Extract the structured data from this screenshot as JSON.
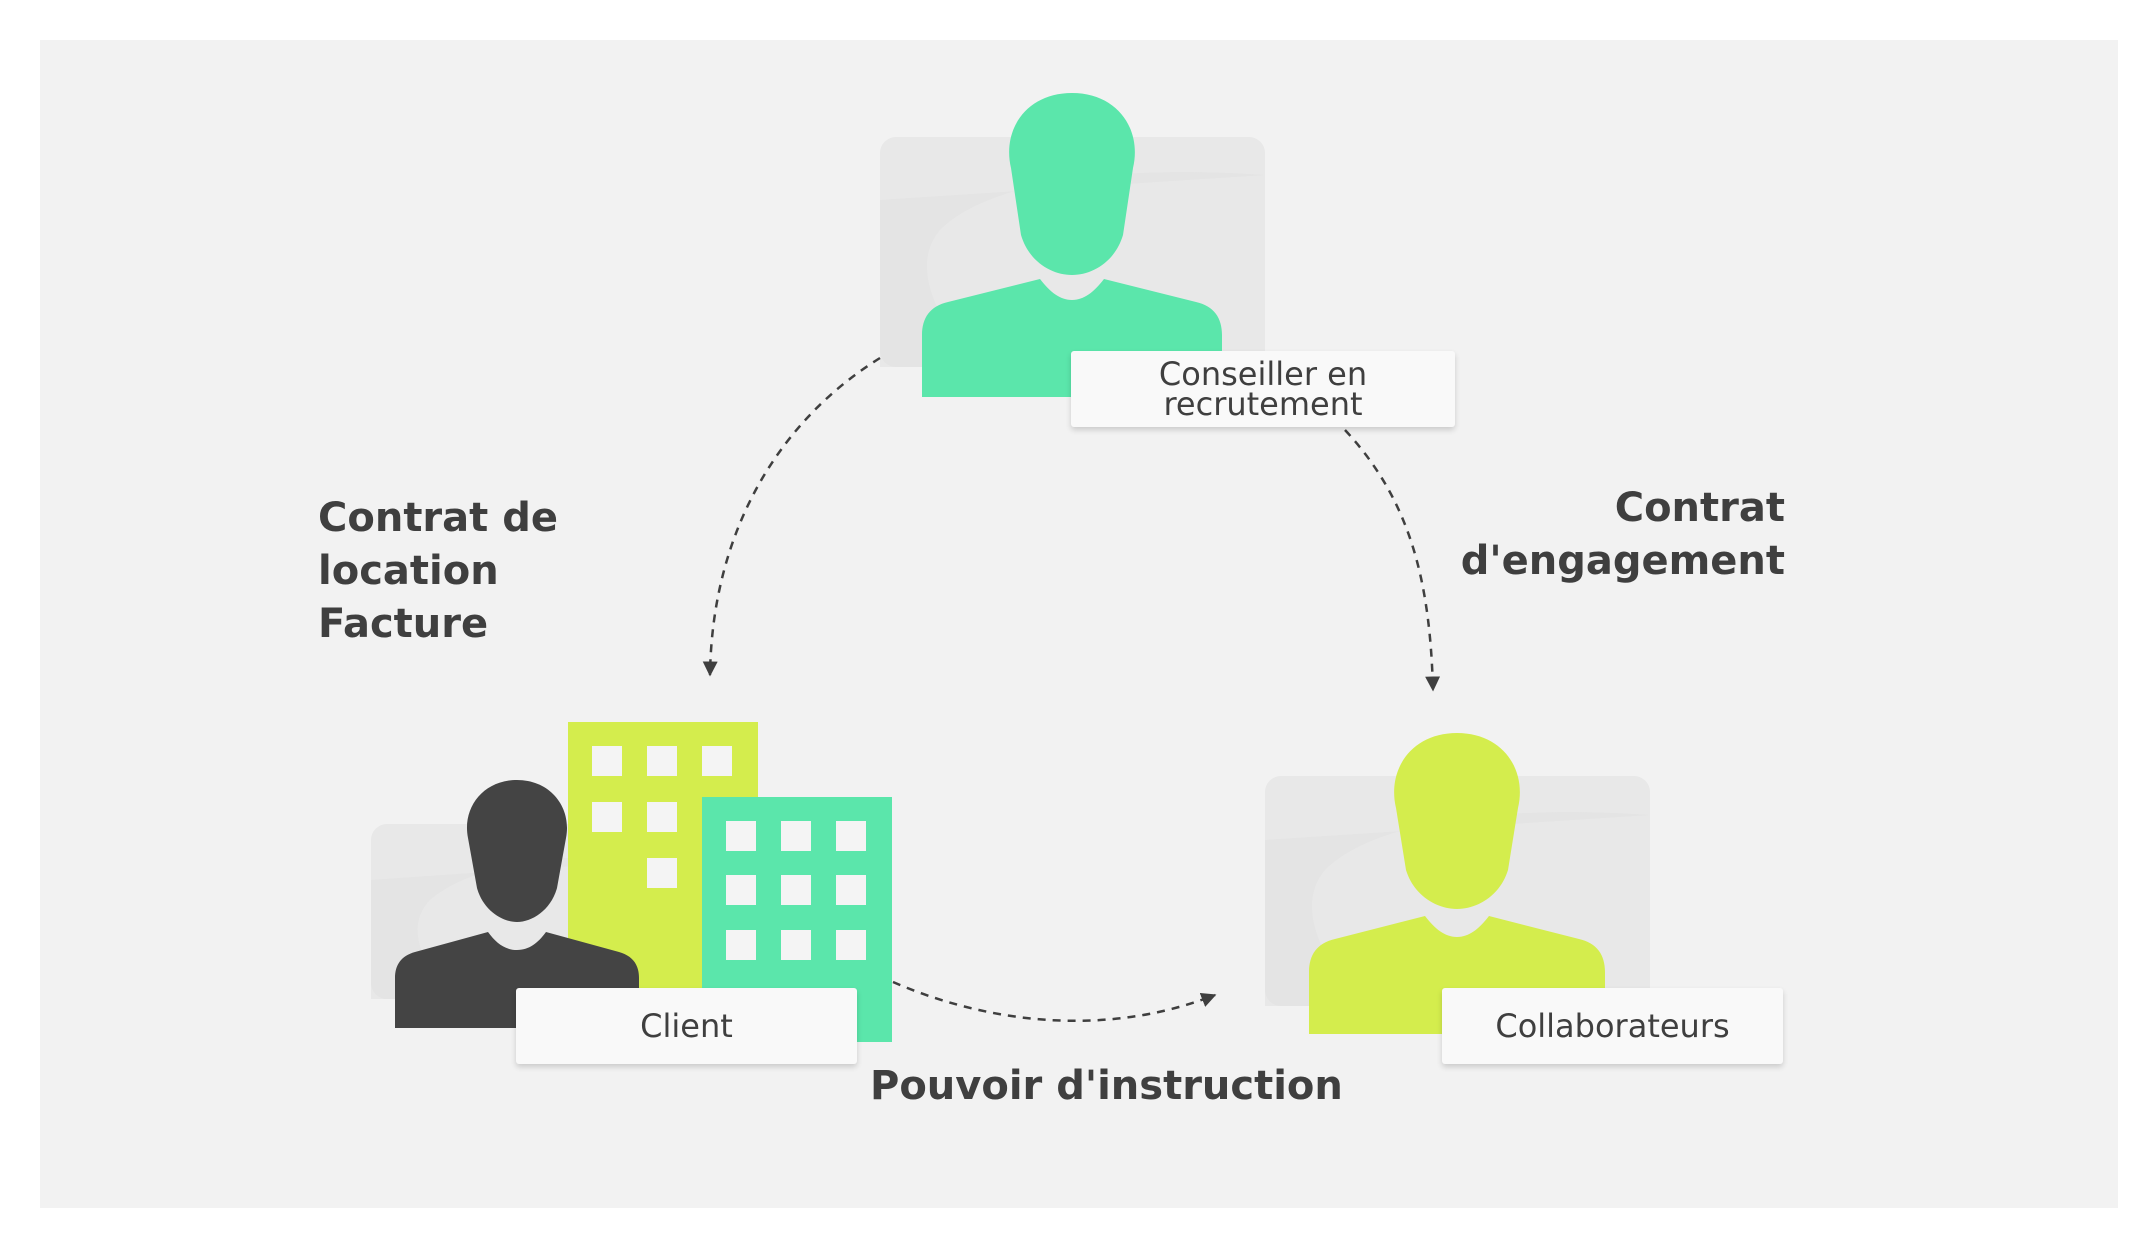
{
  "nodes": {
    "recruiter": {
      "label": "Conseiller en recrutement",
      "color": "#5be6ab"
    },
    "client": {
      "label": "Client",
      "color": "#444444"
    },
    "collaborators": {
      "label": "Collaborateurs",
      "color": "#d4ed4d"
    }
  },
  "relations": {
    "recruiter_to_client": "Contrat de location Facture",
    "recruiter_to_collaborators": "Contrat d'engagement",
    "client_to_collaborators": "Pouvoir d'instruction"
  },
  "colors": {
    "background": "#f2f2f2",
    "card": "#e8e8e8",
    "building_lime": "#d4ed4d",
    "building_green": "#5be6ab",
    "window": "#f4f4f4",
    "text": "#3f3f3f"
  }
}
